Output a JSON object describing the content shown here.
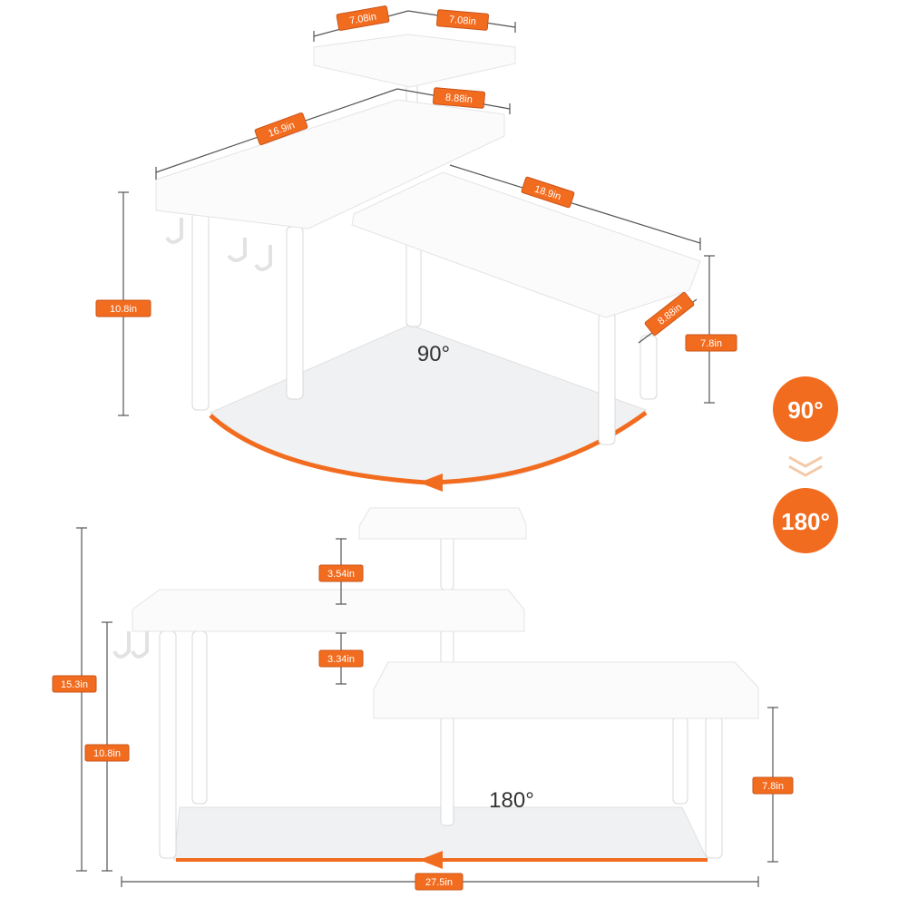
{
  "colors": {
    "accent": "#f26c1f",
    "tag_border": "#c9541a",
    "shelf": "#fbfbfb",
    "shelf_edge": "#e4e4e4",
    "base": "#f0f1f3",
    "line": "#555555"
  },
  "top_config": {
    "angle_label": "90°",
    "dims": {
      "top_w1": "7.08in",
      "top_w2": "7.08in",
      "mid_depth": "8.88in",
      "mid_len": "16.9in",
      "right_len": "18.9in",
      "right_depth": "8.88in",
      "height": "10.8in",
      "right_height": "7.8in"
    }
  },
  "bottom_config": {
    "angle_label": "180°",
    "dims": {
      "gap_top": "3.54in",
      "gap_mid": "3.34in",
      "total_height": "15.3in",
      "left_height": "10.8in",
      "right_height": "7.8in",
      "width": "27.5in"
    }
  },
  "transition": {
    "from": "90°",
    "to": "180°",
    "arrow_icon": "double-chevron-down-icon"
  }
}
